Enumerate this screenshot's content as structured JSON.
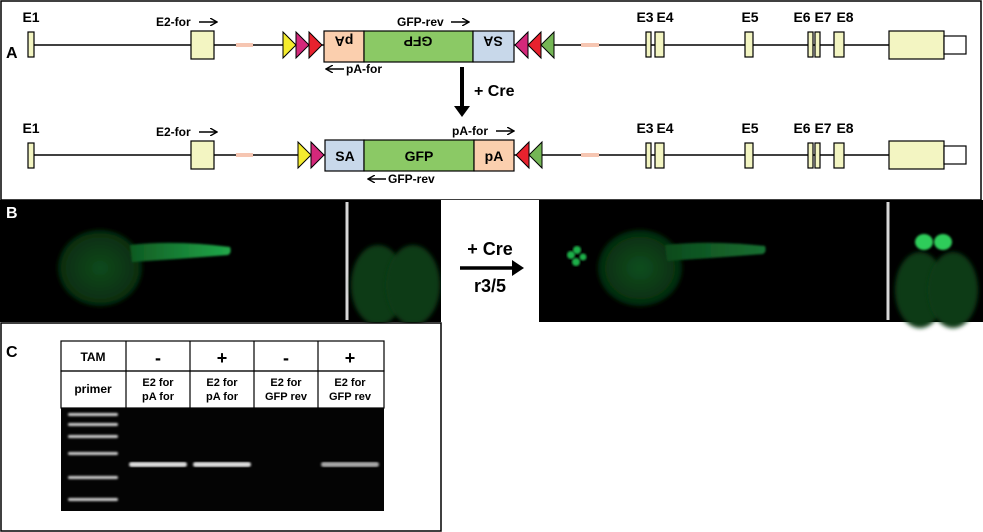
{
  "panel_a": {
    "letter": "A",
    "cre_label": "+ Cre",
    "top": {
      "exons": {
        "e1": "E1",
        "e3": "E3",
        "e4": "E4",
        "e5": "E5",
        "e6": "E6",
        "e7": "E7",
        "e8": "E8"
      },
      "primer_e2_for": "E2-for",
      "primer_gfp_rev": "GFP-rev",
      "primer_pa_for": "pA-for",
      "box_pa": "pA",
      "box_gfp": "GFP",
      "box_sa": "SA"
    },
    "bottom": {
      "exons": {
        "e1": "E1",
        "e3": "E3",
        "e4": "E4",
        "e5": "E5",
        "e6": "E6",
        "e7": "E7",
        "e8": "E8"
      },
      "primer_e2_for": "E2-for",
      "primer_pa_for": "pA-for",
      "primer_gfp_rev": "GFP-rev",
      "box_sa": "SA",
      "box_gfp": "GFP",
      "box_pa": "pA"
    }
  },
  "panel_b": {
    "letter": "B",
    "cre_label": "+ Cre",
    "region_label": "r3/5"
  },
  "panel_c": {
    "letter": "C",
    "row_tam": "TAM",
    "row_primer": "primer",
    "lanes": [
      {
        "tam": "-",
        "primer_1": "E2 for",
        "primer_2": "pA for",
        "band": true
      },
      {
        "tam": "+",
        "primer_1": "E2 for",
        "primer_2": "pA for",
        "band": true
      },
      {
        "tam": "-",
        "primer_1": "E2 for",
        "primer_2": "GFP rev",
        "band": false
      },
      {
        "tam": "+",
        "primer_1": "E2 for",
        "primer_2": "GFP rev",
        "band": true
      }
    ]
  },
  "colors": {
    "exon": "#f3f5c2",
    "gfp": "#8bc965",
    "pa": "#fbcfae",
    "sa": "#c8d8ea",
    "spacer": "#f6c6b2",
    "lox_yellow": "#f4ec2e",
    "lox_magenta": "#d4287a",
    "lox_red": "#e8222e",
    "lox_green": "#74b655",
    "embryo_green": "#1fb04a"
  }
}
